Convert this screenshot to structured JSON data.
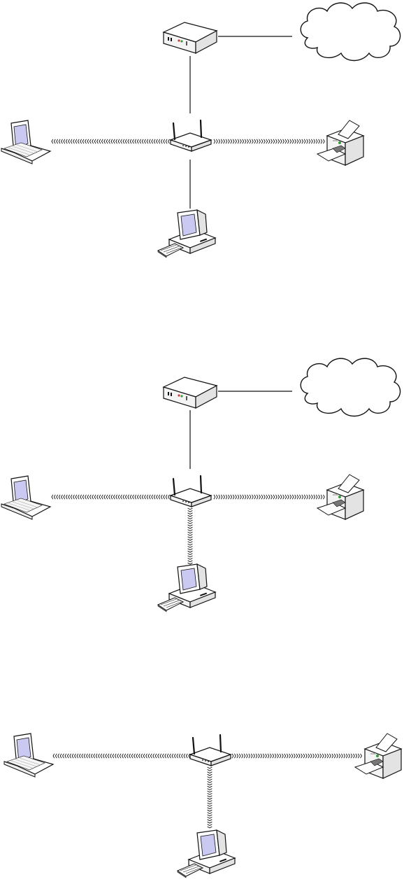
{
  "diagrams": [
    {
      "id": "network-1",
      "devices": [
        "modem",
        "cloud",
        "router",
        "laptop",
        "printer",
        "desktop"
      ],
      "links": [
        {
          "from": "modem",
          "to": "cloud",
          "kind": "wired"
        },
        {
          "from": "modem",
          "to": "router",
          "kind": "wired"
        },
        {
          "from": "router",
          "to": "laptop",
          "kind": "wireless"
        },
        {
          "from": "router",
          "to": "printer",
          "kind": "wireless"
        },
        {
          "from": "router",
          "to": "desktop",
          "kind": "wired"
        }
      ]
    },
    {
      "id": "network-2",
      "devices": [
        "modem",
        "cloud",
        "router",
        "laptop",
        "printer",
        "desktop"
      ],
      "links": [
        {
          "from": "modem",
          "to": "cloud",
          "kind": "wired"
        },
        {
          "from": "modem",
          "to": "router",
          "kind": "wired"
        },
        {
          "from": "router",
          "to": "laptop",
          "kind": "wireless"
        },
        {
          "from": "router",
          "to": "printer",
          "kind": "wireless"
        },
        {
          "from": "router",
          "to": "desktop",
          "kind": "wireless"
        }
      ]
    },
    {
      "id": "network-3",
      "devices": [
        "router",
        "laptop",
        "printer",
        "desktop"
      ],
      "links": [
        {
          "from": "router",
          "to": "laptop",
          "kind": "wireless"
        },
        {
          "from": "router",
          "to": "printer",
          "kind": "wireless"
        },
        {
          "from": "router",
          "to": "desktop",
          "kind": "wireless"
        }
      ]
    }
  ],
  "colors": {
    "line": "#111111",
    "screen": "#c9c9f2",
    "device_fill": "#ffffff",
    "device_side": "#e6e6e6",
    "status_red": "#d33a3a",
    "status_green": "#3a9a3a"
  },
  "icons": [
    "modem-icon",
    "cloud-icon",
    "router-icon",
    "laptop-icon",
    "printer-icon",
    "desktop-icon"
  ]
}
